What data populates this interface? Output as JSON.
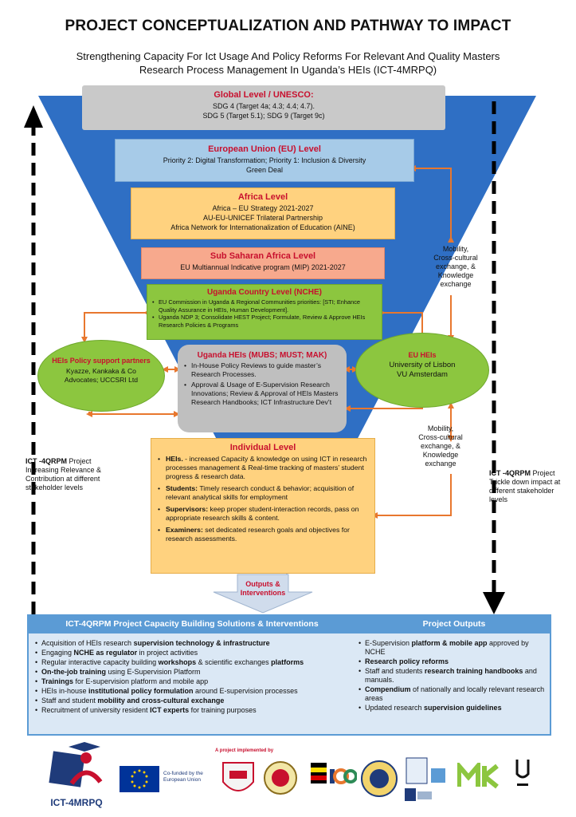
{
  "header": {
    "title": "PROJECT CONCEPTUALIZATION AND PATHWAY TO IMPACT",
    "subtitle_line1": "Strengthening Capacity For Ict Usage And Policy Reforms For Relevant And Quality Masters",
    "subtitle_line2": "Research Process Management In Uganda’s HEIs (ICT-4MRPQ)"
  },
  "levels": {
    "global": {
      "heading": "Global Level / UNESCO:",
      "line1": "SDG 4 (Target 4a; 4.3; 4.4; 4.7).",
      "line2": "SDG 5 (Target 5.1); SDG 9 (Target 9c)"
    },
    "eu": {
      "heading": "European Union (EU) Level",
      "line1": "Priority 2: Digital Transformation; Priority 1: Inclusion & Diversity",
      "line2": "Green Deal"
    },
    "africa": {
      "heading": "Africa Level",
      "line1": "Africa – EU Strategy 2021-2027",
      "line2": "AU-EU-UNICEF Trilateral Partnership",
      "line3": "Africa Network for Internationalization of Education (AINE)"
    },
    "ssa": {
      "heading": "Sub Saharan Africa Level",
      "line1": "EU Multiannual Indicative program (MIP) 2021-2027"
    },
    "uganda": {
      "heading": "Uganda Country Level (NCHE)",
      "items": [
        "EU Commission in Uganda & Regional Communities priorities: [STI; Enhance Quality Assurance in HEIs, Human Development].",
        "Uganda NDP 3; Consolidate HEST Project; Formulate, Review & Approve HEIs Research Policies & Programs"
      ]
    },
    "heis": {
      "heading": "Uganda HEIs (MUBS; MUST; MAK)",
      "items": [
        "In-House Policy Reviews to guide master’s Research Processes.",
        "Approval & Usage of E-Supervision Research Innovations; Review & Approval of HEIs Masters Research Handbooks; ICT Infrastructure Dev’t"
      ]
    },
    "policy_partners": {
      "heading": "HEIs Policy support partners",
      "line1": "Kyazze, Kankaka & Co",
      "line2": "Advocates; UCCSRI Ltd"
    },
    "eu_heis": {
      "heading": "EU HEIs",
      "line1": "University of Lisbon",
      "line2": "VU Amsterdam"
    },
    "individual": {
      "heading": "Individual Level",
      "items": [
        {
          "label": "HEIs.",
          "text": " - increased Capacity & knowledge on using ICT in research processes management & Real-time tracking of masters’ student progress & research data."
        },
        {
          "label": "Students:",
          "text": " Timely research conduct & behavior; acquisition of relevant analytical skills for employment"
        },
        {
          "label": "Supervisors:",
          "text": " keep proper student-interaction records, pass on appropriate research skills & content."
        },
        {
          "label": "Examiners:",
          "text": " set dedicated research goals and objectives for research assessments."
        }
      ]
    }
  },
  "mobility_label": {
    "line1": "Mobility,",
    "line2": "Cross-cultural",
    "line3": "exchange, &",
    "line4": "Knowledge",
    "line5": "exchange"
  },
  "outputs_arrow": {
    "line1": "Outputs &",
    "line2": "Interventions"
  },
  "left_note": {
    "bold": "ICT -4QRPM",
    "text": " Project Increasing Relevance & Contribution at different stakeholder levels"
  },
  "right_note": {
    "bold": "ICT -4QRPM",
    "text": " Project Trickle down impact at different stakeholder levels"
  },
  "bottom": {
    "left_heading": "ICT-4QRPM Project Capacity Building Solutions & Interventions",
    "right_heading": "Project Outputs",
    "left_items": [
      {
        "a": "Acquisition of HEIs research ",
        "b": "supervision technology & infrastructure",
        "c": ""
      },
      {
        "a": "Engaging ",
        "b": "NCHE as regulator",
        "c": " in project activities"
      },
      {
        "a": "Regular interactive capacity building ",
        "b": "workshops",
        "c": " & scientific exchanges "
      },
      {
        "a": "",
        "b": "platforms",
        "c": ""
      },
      {
        "a": "",
        "b": "On-the-job training",
        "c": " using E-Supervision Platform"
      },
      {
        "a": "",
        "b": "Trainings",
        "c": " for E-supervision platform and mobile app"
      },
      {
        "a": "HEIs in-house ",
        "b": "institutional policy formulation",
        "c": " around E-supervision processes"
      },
      {
        "a": "Staff and student ",
        "b": "mobility and cross-cultural exchange",
        "c": ""
      },
      {
        "a": "Recruitment of university resident ",
        "b": "ICT experts",
        "c": " for training purposes"
      }
    ],
    "right_items": [
      {
        "a": "E-Supervision ",
        "b": "platform & mobile app",
        "c": " approved by NCHE"
      },
      {
        "a": "",
        "b": "Research policy reforms",
        "c": ""
      },
      {
        "a": "Staff and students ",
        "b": "research training handbooks",
        "c": " and manuals."
      },
      {
        "a": "",
        "b": "Compendium",
        "c": " of nationally and locally relevant research areas"
      },
      {
        "a": "Updated research ",
        "b": "supervision guidelines",
        "c": ""
      }
    ]
  },
  "footer": {
    "implemented_by": "A project implemented by",
    "brand": "ICT-4MRPQ",
    "cofunded_line1": "Co-funded by the",
    "cofunded_line2": "European Union"
  }
}
